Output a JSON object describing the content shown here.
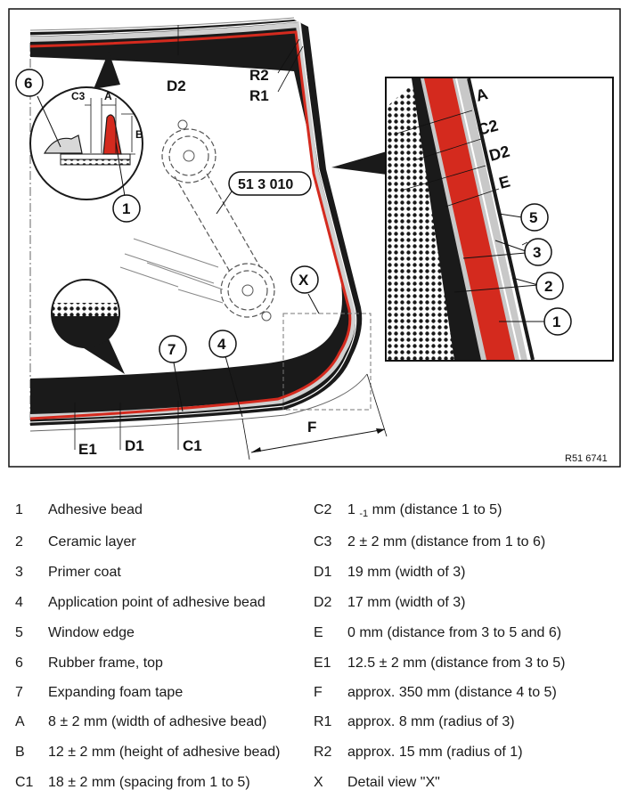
{
  "diagram": {
    "labels": {
      "D2_top": "D2",
      "R2": "R2",
      "R1": "R1",
      "C3": "C3",
      "A_inset": "A",
      "B_inset": "B",
      "part_number": "51 3 010",
      "X": "X",
      "E1": "E1",
      "D1": "D1",
      "C1": "C1",
      "F": "F",
      "A_detail": "A",
      "C2_detail": "C2",
      "D2_detail": "D2",
      "E_detail": "E",
      "ref": "R51 6741"
    },
    "callouts": {
      "c6": "6",
      "c1_inset": "1",
      "c7": "7",
      "c4": "4",
      "c5": "5",
      "c3": "3",
      "c2": "2",
      "c1_detail": "1"
    },
    "colors": {
      "adhesive_red": "#d42a1e",
      "frame_black": "#1a1a1a",
      "primer_gray": "#c8c8c8"
    }
  },
  "legend": {
    "left": [
      {
        "key": "1",
        "text": "Adhesive bead"
      },
      {
        "key": "2",
        "text": "Ceramic layer"
      },
      {
        "key": "3",
        "text": "Primer coat"
      },
      {
        "key": "4",
        "text": "Application point of adhesive bead"
      },
      {
        "key": "5",
        "text": "Window edge"
      },
      {
        "key": "6",
        "text": "Rubber frame, top"
      },
      {
        "key": "7",
        "text": "Expanding foam tape"
      },
      {
        "key": "A",
        "text": "8 ± 2 mm (width of adhesive bead)"
      },
      {
        "key": "B",
        "text": "12 ± 2 mm (height of adhesive bead)"
      },
      {
        "key": "C1",
        "text": "18 ± 2 mm (spacing from 1 to 5)"
      }
    ],
    "right": [
      {
        "key": "C2",
        "text_pre": "1 ",
        "text_sub": "-1",
        "text_post": " mm (distance 1 to 5)"
      },
      {
        "key": "C3",
        "text": "2 ± 2 mm (distance from 1 to 6)"
      },
      {
        "key": "D1",
        "text": "19 mm (width of 3)"
      },
      {
        "key": "D2",
        "text": "17 mm (width of 3)"
      },
      {
        "key": "E",
        "text": "0 mm (distance from 3 to 5 and 6)"
      },
      {
        "key": "E1",
        "text": "12.5 ± 2 mm (distance from 3 to 5)"
      },
      {
        "key": "F",
        "text": "approx. 350 mm (distance 4 to 5)"
      },
      {
        "key": "R1",
        "text": "approx. 8 mm (radius of 3)"
      },
      {
        "key": "R2",
        "text": "approx. 15 mm (radius of 1)"
      },
      {
        "key": "X",
        "text": "Detail view \"X\""
      }
    ]
  }
}
